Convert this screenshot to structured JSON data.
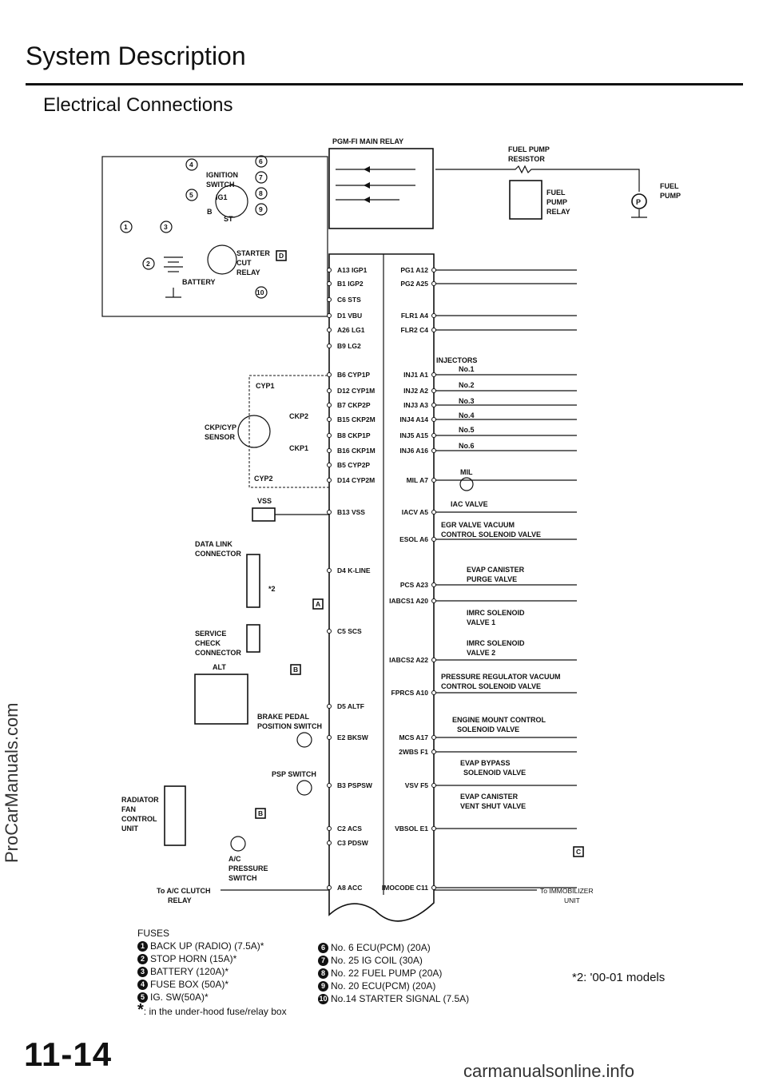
{
  "page": {
    "title": "System Description",
    "subtitle": "Electrical Connections",
    "side_watermark": "ProCarManuals.com",
    "page_number": "11-14",
    "bottom_watermark": "carmanualsonline.info",
    "models_note": "*2: '00-01 models"
  },
  "diagram": {
    "main_relay": "PGM-FI MAIN RELAY",
    "fuel_pump_resistor": [
      "FUEL PUMP",
      "RESISTOR"
    ],
    "fuel_pump_relay": [
      "FUEL",
      "PUMP",
      "RELAY"
    ],
    "fuel_pump": [
      "FUEL",
      "PUMP"
    ],
    "ignition_switch": [
      "IGNITION",
      "SWITCH"
    ],
    "ig1": "IG1",
    "b": "B",
    "st": "ST",
    "starter_cut_relay": [
      "STARTER",
      "CUT",
      "RELAY"
    ],
    "battery": "BATTERY",
    "cyp1": "CYP1",
    "ckp2": "CKP2",
    "ckp1": "CKP1",
    "cyp2": "CYP2",
    "ckp_cyp_sensor": [
      "CKP/CYP",
      "SENSOR"
    ],
    "vss": "VSS",
    "data_link_connector": [
      "DATA LINK",
      "CONNECTOR"
    ],
    "star2": "*2",
    "service_check_connector": [
      "SERVICE",
      "CHECK",
      "CONNECTOR"
    ],
    "alt": "ALT",
    "brake_pedal_switch": [
      "BRAKE PEDAL",
      "POSITION SWITCH"
    ],
    "psp_switch": "PSP SWITCH",
    "radiator_fan_control_unit": [
      "RADIATOR",
      "FAN",
      "CONTROL",
      "UNIT"
    ],
    "ac_pressure_switch": [
      "A/C",
      "PRESSURE",
      "SWITCH"
    ],
    "to_ac_clutch_relay": [
      "To A/C CLUTCH",
      "RELAY"
    ],
    "to_immobilizer_unit": [
      "To IMMOBILIZER",
      "UNIT"
    ],
    "letter_a": "A",
    "letter_b": "B",
    "letter_c": "C",
    "letter_d": "D",
    "left_pins": [
      "A13 IGP1",
      "B1 IGP2",
      "C6 STS",
      "D1 VBU",
      "A26 LG1",
      "B9 LG2",
      "B6 CYP1P",
      "D12 CYP1M",
      "B7 CKP2P",
      "B15 CKP2M",
      "B8 CKP1P",
      "B16 CKP1M",
      "B5 CYP2P",
      "D14 CYP2M",
      "B13 VSS",
      "D4 K-LINE",
      "C5 SCS",
      "D5 ALTF",
      "E2 BKSW",
      "B3 PSPSW",
      "C2 ACS",
      "C3 PDSW",
      "A8 ACC"
    ],
    "right_pins": [
      "PG1 A12",
      "PG2 A25",
      "FLR1 A4",
      "FLR2 C4",
      "INJ1 A1",
      "INJ2 A2",
      "INJ3 A3",
      "INJ4 A14",
      "INJ5 A15",
      "INJ6 A16",
      "MIL A7",
      "IACV A5",
      "ESOL A6",
      "PCS A23",
      "IABCS1 A20",
      "IABCS2 A22",
      "FPRCS A10",
      "MCS A17",
      "2WBS F1",
      "VSV F5",
      "VBSOL E1",
      "IMOCODE C11"
    ],
    "injectors": "INJECTORS",
    "injector_numbers": [
      "No.1",
      "No.2",
      "No.3",
      "No.4",
      "No.5",
      "No.6"
    ],
    "mil": "MIL",
    "iac_valve": "IAC VALVE",
    "egr_valve": [
      "EGR VALVE VACUUM",
      "CONTROL SOLENOID VALVE"
    ],
    "evap_purge": [
      "EVAP CANISTER",
      "PURGE VALVE"
    ],
    "imrc1": [
      "IMRC SOLENOID",
      "VALVE 1"
    ],
    "imrc2": [
      "IMRC SOLENOID",
      "VALVE 2"
    ],
    "pressure_regulator": [
      "PRESSURE REGULATOR VACUUM",
      "CONTROL SOLENOID VALVE"
    ],
    "engine_mount": [
      "ENGINE MOUNT CONTROL",
      "SOLENOID VALVE"
    ],
    "evap_bypass": [
      "EVAP BYPASS",
      "SOLENOID VALVE"
    ],
    "evap_vent": [
      "EVAP CANISTER",
      "VENT SHUT VALVE"
    ],
    "callouts": [
      "1",
      "2",
      "3",
      "4",
      "5",
      "6",
      "7",
      "8",
      "9",
      "10"
    ]
  },
  "fuses": {
    "heading": "FUSES",
    "left": [
      {
        "num": "1",
        "text": "BACK UP (RADIO) (7.5A)*"
      },
      {
        "num": "2",
        "text": "STOP HORN (15A)*"
      },
      {
        "num": "3",
        "text": "BATTERY (120A)*"
      },
      {
        "num": "4",
        "text": "FUSE BOX (50A)*"
      },
      {
        "num": "5",
        "text": "IG. SW(50A)*"
      }
    ],
    "right": [
      {
        "num": "6",
        "text": "No. 6 ECU(PCM) (20A)"
      },
      {
        "num": "7",
        "text": "No. 25 IG COIL (30A)"
      },
      {
        "num": "8",
        "text": "No. 22 FUEL PUMP (20A)"
      },
      {
        "num": "9",
        "text": "No. 20 ECU(PCM) (20A)"
      },
      {
        "num": "10",
        "text": "No.14 STARTER SIGNAL (7.5A)"
      }
    ],
    "footnote_star": "*",
    "footnote": ": in the under-hood fuse/relay box"
  }
}
